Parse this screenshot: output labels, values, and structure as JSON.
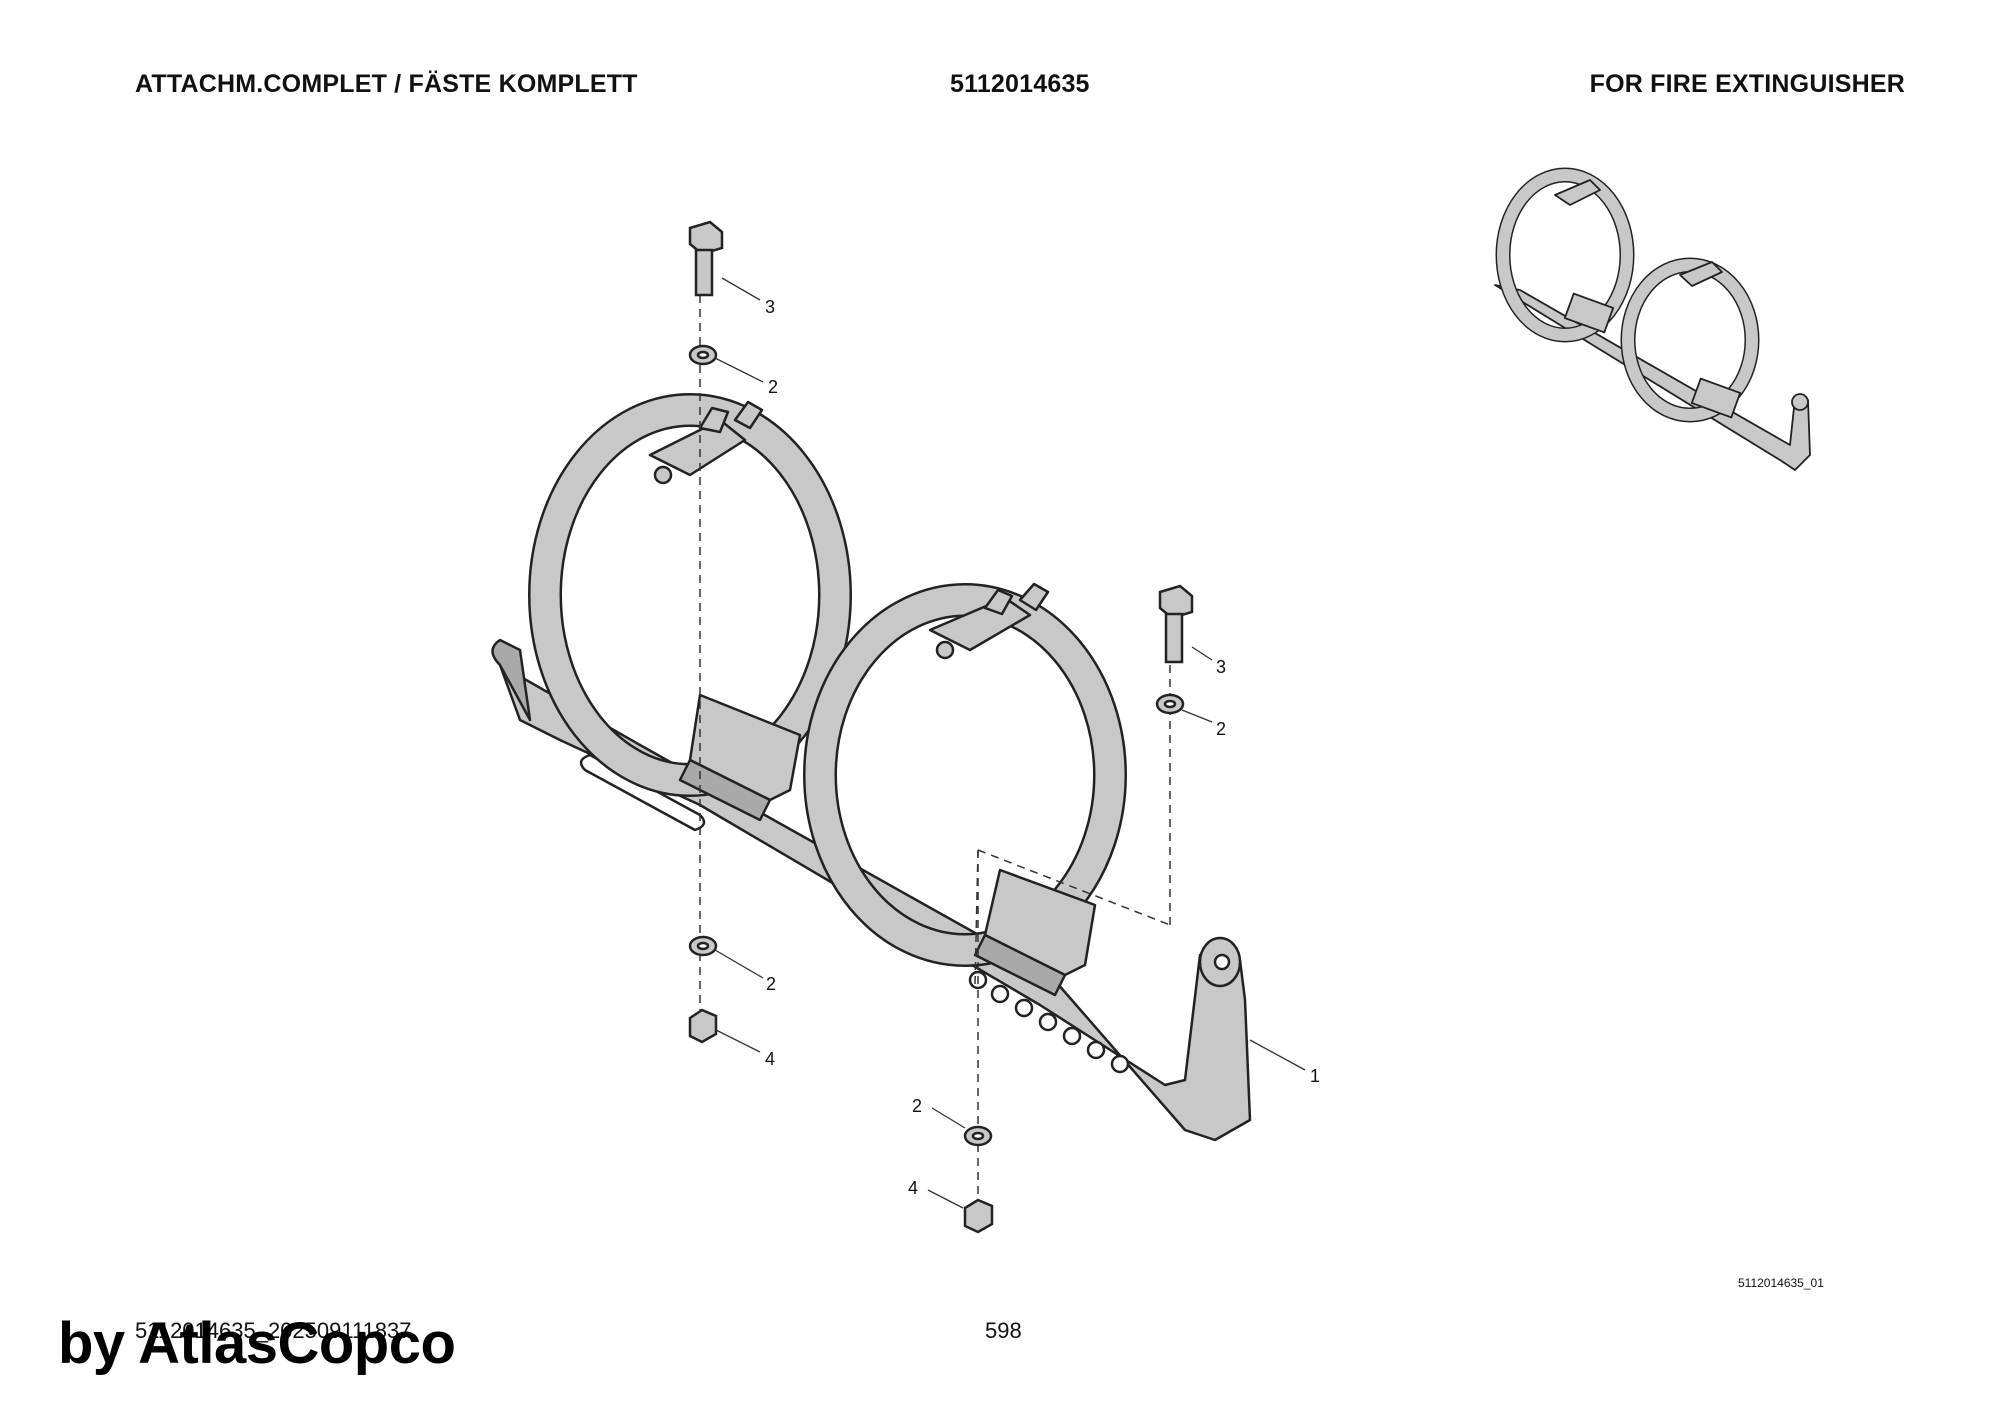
{
  "header": {
    "left": "ATTACHM.COMPLET / FÄSTE KOMPLETT",
    "center": "5112014635",
    "right": "FOR FIRE EXTINGUISHER"
  },
  "callouts": {
    "c1": "1",
    "c2a": "2",
    "c2b": "2",
    "c2c": "2",
    "c2d": "2",
    "c3a": "3",
    "c3b": "3",
    "c4a": "4",
    "c4b": "4"
  },
  "footer": {
    "drawing_id": "5112014635_01",
    "doc_id": "5112014635_202509111837",
    "page_number": "598",
    "watermark": "by AtlasCopco"
  },
  "colors": {
    "part_fill": "#c8c8c8",
    "part_shade": "#a9a9a9",
    "outline": "#222222"
  }
}
